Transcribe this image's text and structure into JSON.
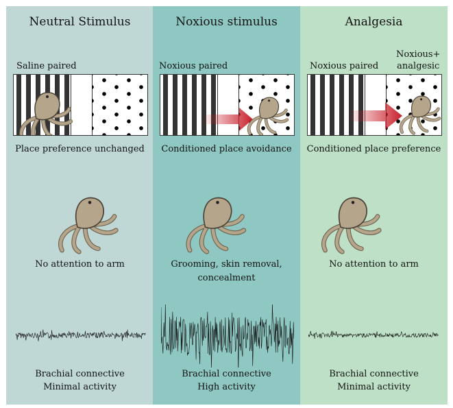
{
  "panels": [
    {
      "title": "Neutral Stimulus",
      "pair_label": "Saline paired",
      "outcome": "Place preference unchanged",
      "behavior": "No attention to arm",
      "nerve": "Brachial connective",
      "activity": "Minimal activity"
    },
    {
      "title": "Noxious stimulus",
      "pair_label": "Noxious paired",
      "outcome": "Conditioned place avoidance",
      "behavior_line1": "Grooming, skin removal,",
      "behavior_line2": "concealment",
      "nerve": "Brachial connective",
      "activity": "High activity"
    },
    {
      "title": "Analgesia",
      "pair_label": "Noxious paired",
      "pair_label2_line1": "Noxious+",
      "pair_label2_line2": "analgesic",
      "outcome": "Conditioned place preference",
      "behavior": "No attention to arm",
      "nerve": "Brachial connective",
      "activity": "Minimal activity"
    }
  ],
  "colors": {
    "panel1": "#bfd8d6",
    "panel2": "#8fc8c2",
    "panel3": "#bde0c6",
    "arrow": "#c8202a",
    "octopus": "#b5a58a"
  }
}
